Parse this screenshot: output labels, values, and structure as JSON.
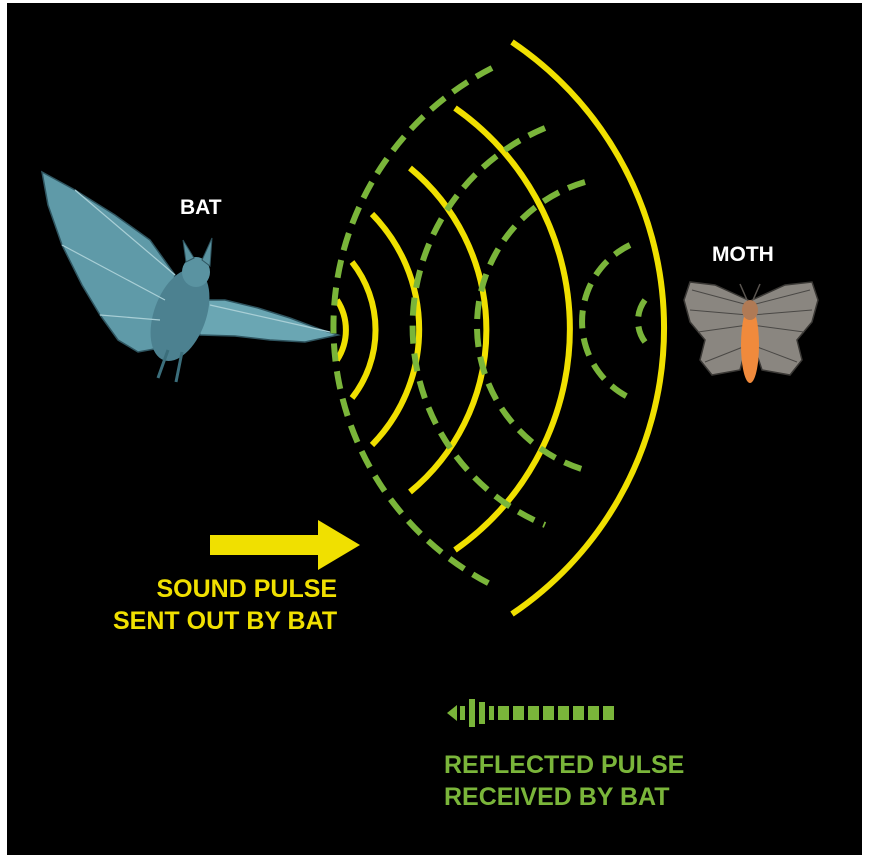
{
  "labels": {
    "bat": "BAT",
    "moth": "MOTH",
    "sound_pulse": [
      "SOUND PULSE",
      "SENT OUT BY BAT"
    ],
    "reflected_pulse": [
      "REFLECTED PULSE",
      "RECEIVED BY BAT"
    ]
  },
  "colors": {
    "background": "#000000",
    "sound_pulse": "#f0e000",
    "reflected_pulse": "#7ab53a",
    "bat": "#5f9aa8",
    "moth_wing": "#8a8680",
    "moth_body": "#f08a3c",
    "text_light": "#ffffff"
  },
  "icons": {
    "bat": "bat-illustration",
    "moth": "moth-illustration",
    "sound_arrow": "right-arrow-icon",
    "reflected_arrow": "left-arrow-icon"
  }
}
